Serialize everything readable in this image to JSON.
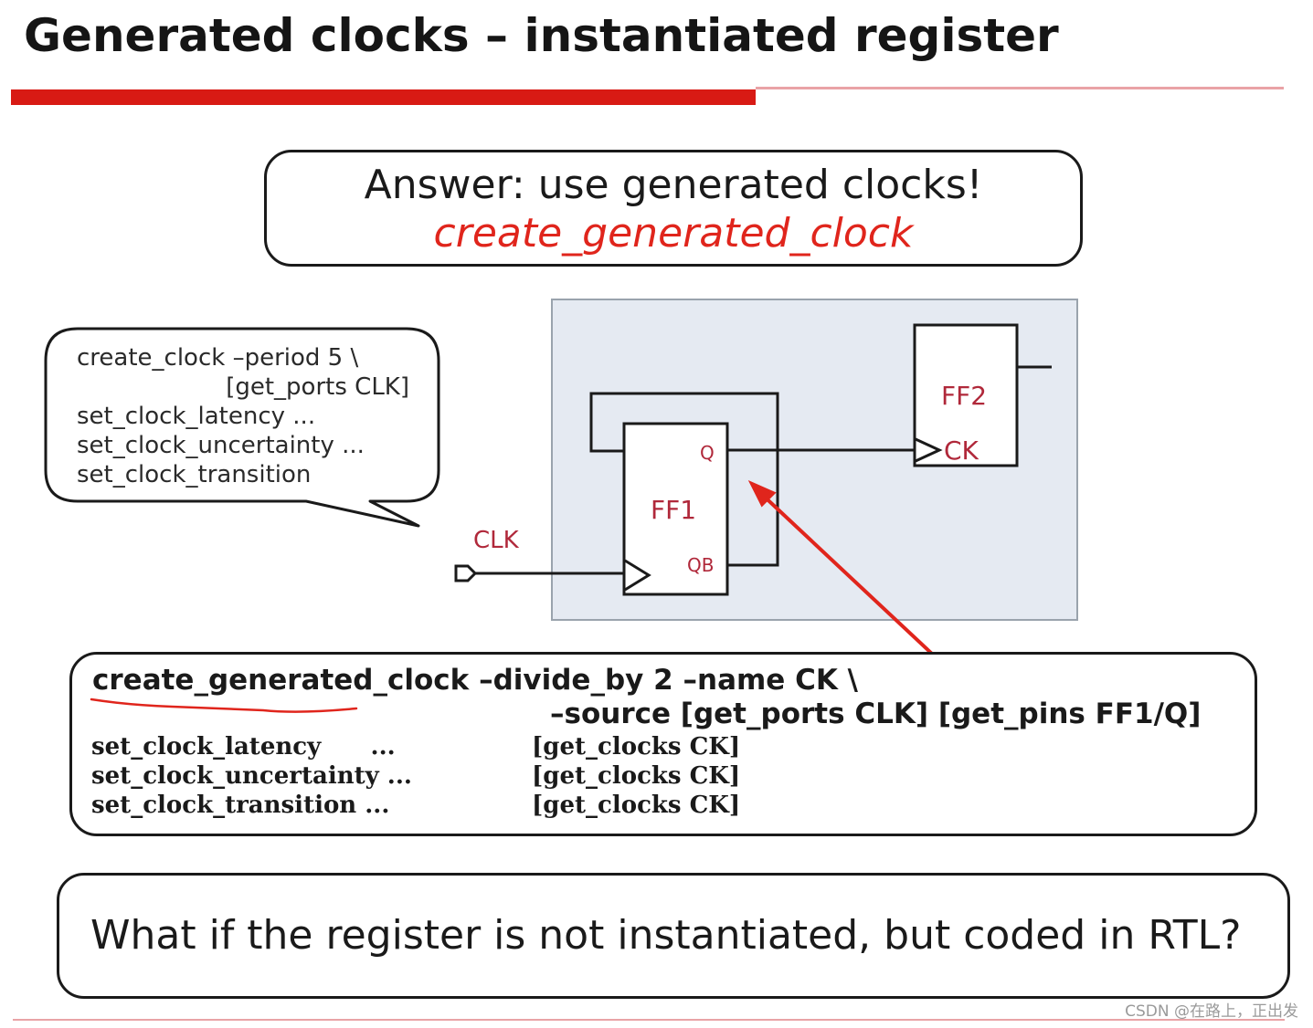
{
  "slide": {
    "title": "Generated clocks – instantiated register",
    "answer_line1": "Answer: use generated clocks!",
    "answer_line2": "create_generated_clock",
    "callout_lines": [
      "create_clock –period 5 \\",
      "[get_ports CLK]",
      "set_clock_latency ...",
      "set_clock_uncertainty ...",
      "set_clock_transition"
    ],
    "circuit": {
      "clk_label": "CLK",
      "ff1_label": "FF1",
      "ff1_q": "Q",
      "ff1_qb": "QB",
      "ff2_label": "FF2",
      "ff2_ck": "CK"
    },
    "code": {
      "line1": "create_generated_clock –divide_by 2 –name CK \\",
      "line2": "–source [get_ports CLK] [get_pins FF1/Q]",
      "rows": [
        {
          "cmd": "set_clock_latency      ...",
          "arg": "[get_clocks CK]"
        },
        {
          "cmd": "set_clock_uncertainty ...",
          "arg": "[get_clocks CK]"
        },
        {
          "cmd": "set_clock_transition ...",
          "arg": "[get_clocks CK]"
        }
      ]
    },
    "question": "What if the register is not instantiated, but coded in RTL?",
    "watermark": "CSDN @在路上，正出发"
  },
  "colors": {
    "accent_red": "#d81a14",
    "highlight_red": "#e0251c",
    "diagram_bg": "#e5eaf2",
    "text": "#1a1a1a"
  }
}
